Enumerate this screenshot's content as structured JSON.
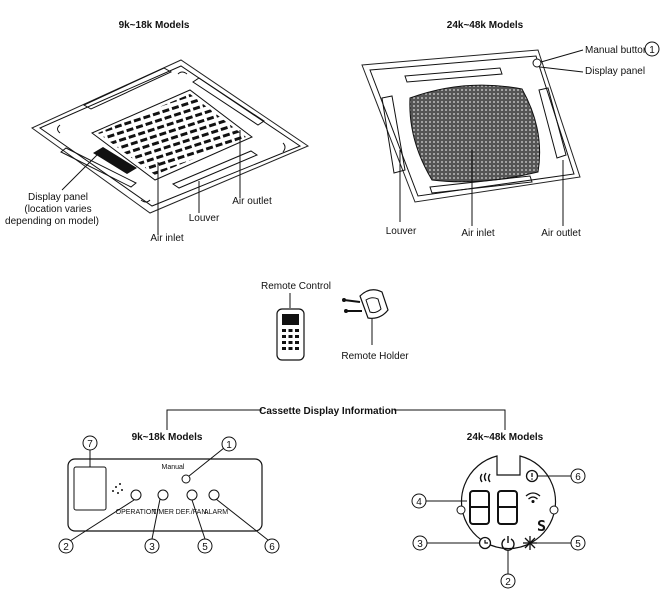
{
  "top": {
    "small_title": "9k~18k Models",
    "large_title": "24k~48k Models",
    "small_labels": {
      "display_panel_1": "Display panel",
      "display_panel_2": "(location varies",
      "display_panel_3": "depending on model)",
      "air_inlet": "Air inlet",
      "louver": "Louver",
      "air_outlet": "Air outlet"
    },
    "large_labels": {
      "manual_button": "Manual button",
      "manual_button_num": "1",
      "display_panel": "Display panel",
      "louver": "Louver",
      "air_inlet": "Air inlet",
      "air_outlet": "Air outlet"
    }
  },
  "middle": {
    "remote_control": "Remote Control",
    "remote_holder": "Remote Holder"
  },
  "bottom": {
    "title": "Cassette Display Information",
    "small_title": "9k~18k Models",
    "large_title": "24k~48k Models",
    "small_panel": {
      "manual": "Manual",
      "operation": "OPERATION",
      "timer": "TIMER",
      "def_fan": "DEF./FAN.",
      "alarm": "ALARM",
      "callouts": [
        "7",
        "1",
        "2",
        "3",
        "5",
        "6"
      ]
    },
    "large_panel": {
      "callouts": [
        "6",
        "4",
        "3",
        "5",
        "2"
      ]
    }
  }
}
